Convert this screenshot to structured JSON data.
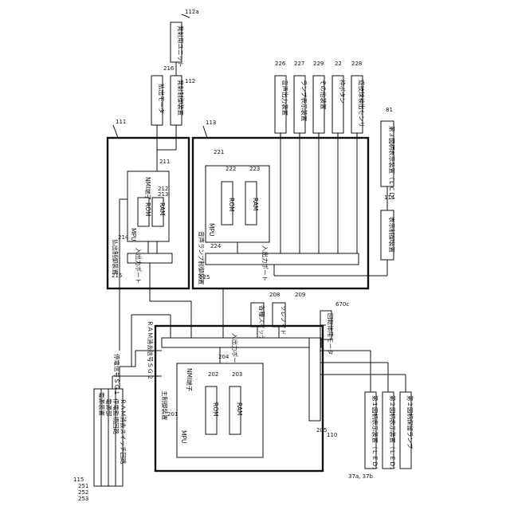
{
  "labels": {
    "refs": {
      "r112a": "112a",
      "r112": "112",
      "r216": "216",
      "r111": "111",
      "r113": "113",
      "r211": "211",
      "r212": "212",
      "r213": "213",
      "r214": "214",
      "r215": "215",
      "r221": "221",
      "r222": "222",
      "r223": "223",
      "r224": "224",
      "r225": "225",
      "r226": "226",
      "r227": "227",
      "r229": "229",
      "r22": "22",
      "r228": "228",
      "r81": "81",
      "r114": "114",
      "r208": "208",
      "r209": "209",
      "r670c": "670c",
      "r115": "115",
      "r251": "251",
      "r252": "252",
      "r253": "253",
      "r201": "201",
      "r202": "202",
      "r203": "203",
      "r204": "204",
      "r205": "205",
      "r110": "110",
      "r37": "37a, 37b"
    },
    "launcher_unit": "発射用ユニット",
    "launch_control": "発射制御装置",
    "payout_motor": "払出モータ",
    "payout_control": "払出制御装置",
    "sound_lamp_control": "音声ランプ制御装置",
    "main_control": "主制御装置",
    "mpu": "MPU",
    "nmi_terminal": "NMI端子",
    "rom": "ROM",
    "ram": "RAM",
    "io_port": "入出力ポート",
    "sound_output": "音声出力装置",
    "lamp_display": "ランプ表示装置",
    "other_devices": "その他装置",
    "frame_button": "枠ボタン",
    "tray_sensor": "遊技球検出センサ",
    "lcd_display": "第３図柄表示装置（ＬＣＤ）",
    "display_control": "表示制御装置",
    "various_switches": "各種スイッチ",
    "solenoid": "ソレノイド",
    "rotor_motor": "回転体用モータ",
    "power_unit": "電源装置",
    "power_section": "電源部",
    "outage_monitor": "停電監視回路",
    "ram_clear_switch": "ＲＡＭ消去スイッチ回路",
    "outage_signal": "停電信号ＳＧ１",
    "ram_clear_signal": "ＲＡＭ消去信号ＳＧ２",
    "first_display": "第１図柄表示装置（ＬＥＤ）",
    "second_display": "第２図柄表示装置（ＬＥＤ）",
    "second_hold_lamp": "第２図柄保留ランプ"
  }
}
